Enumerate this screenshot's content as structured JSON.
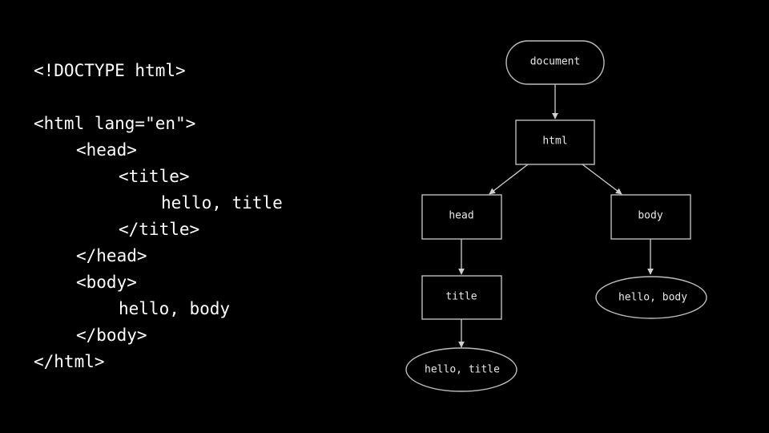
{
  "code_lines": [
    {
      "text": "<!DOCTYPE html>",
      "indent": 0
    },
    {
      "text": "",
      "indent": 0
    },
    {
      "text": "<html lang=\"en\">",
      "indent": 0
    },
    {
      "text": "<head>",
      "indent": 1
    },
    {
      "text": "<title>",
      "indent": 2
    },
    {
      "text": "hello, title",
      "indent": 3
    },
    {
      "text": "</title>",
      "indent": 2
    },
    {
      "text": "</head>",
      "indent": 1
    },
    {
      "text": "<body>",
      "indent": 1
    },
    {
      "text": "hello, body",
      "indent": 2
    },
    {
      "text": "</body>",
      "indent": 1
    },
    {
      "text": "</html>",
      "indent": 0
    }
  ],
  "tree": {
    "nodes": [
      {
        "id": "document",
        "label": "document",
        "shape": "stadium"
      },
      {
        "id": "html",
        "label": "html",
        "shape": "rect"
      },
      {
        "id": "head",
        "label": "head",
        "shape": "rect"
      },
      {
        "id": "body",
        "label": "body",
        "shape": "rect"
      },
      {
        "id": "title",
        "label": "title",
        "shape": "rect"
      },
      {
        "id": "hello-body",
        "label": "hello, body",
        "shape": "ellipse"
      },
      {
        "id": "hello-title",
        "label": "hello, title",
        "shape": "ellipse"
      }
    ],
    "edges": [
      {
        "from": "document",
        "to": "html"
      },
      {
        "from": "html",
        "to": "head"
      },
      {
        "from": "html",
        "to": "body"
      },
      {
        "from": "head",
        "to": "title"
      },
      {
        "from": "body",
        "to": "hello-body"
      },
      {
        "from": "title",
        "to": "hello-title"
      }
    ]
  }
}
